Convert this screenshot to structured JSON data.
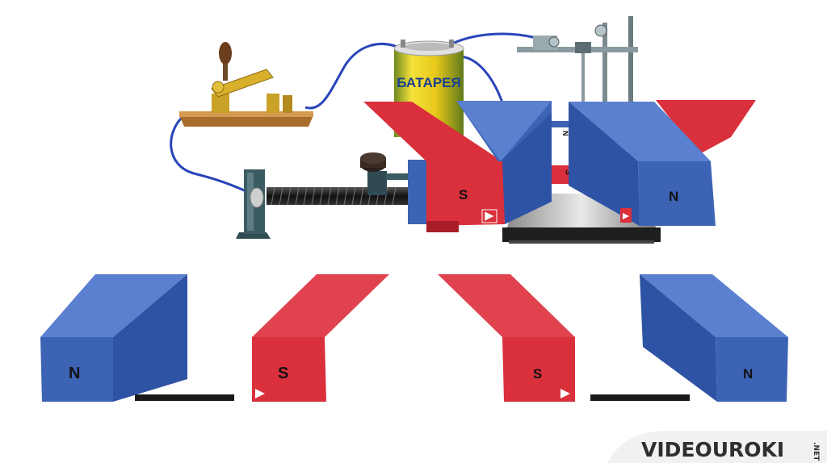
{
  "battery": {
    "label": "БАТАРЕЯ"
  },
  "apparatus": {
    "left_pole": "S",
    "right_pole": "N",
    "small_magnet_pole": "S",
    "small_magnet_pole_n": "N"
  },
  "demo_magnets": [
    {
      "pole": "N"
    },
    {
      "pole": "S"
    },
    {
      "pole": "S"
    },
    {
      "pole": "N"
    }
  ],
  "logo": {
    "text": "VIDEOUROKI",
    "suffix": ".NET"
  },
  "colors": {
    "magnet_blue": "#3d63b5",
    "magnet_red": "#d9303c",
    "wire": "#2845b8",
    "battery_yellow": "#f2d51d"
  }
}
